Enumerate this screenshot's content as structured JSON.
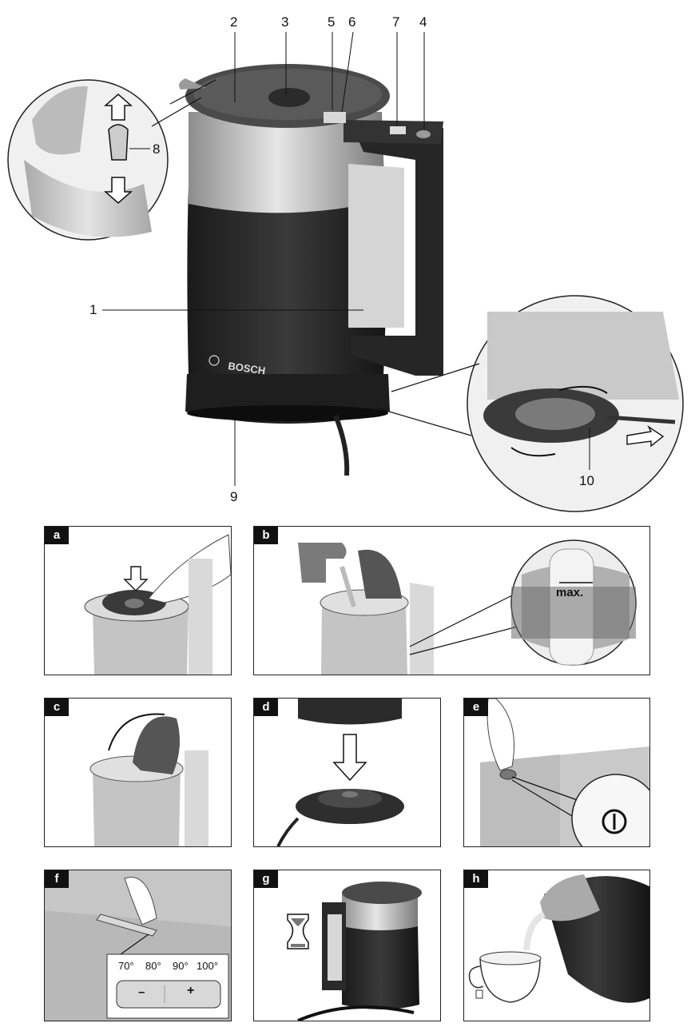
{
  "overview": {
    "callouts": [
      "2",
      "3",
      "5",
      "6",
      "7",
      "4",
      "8",
      "1",
      "9",
      "10"
    ],
    "brand": "BOSCH"
  },
  "panels": [
    {
      "letter": "a"
    },
    {
      "letter": "b",
      "label": "max."
    },
    {
      "letter": "c"
    },
    {
      "letter": "d"
    },
    {
      "letter": "e"
    },
    {
      "letter": "f",
      "temps": [
        "70°",
        "80°",
        "90°",
        "100°"
      ],
      "minus": "–",
      "plus": "+"
    },
    {
      "letter": "g"
    },
    {
      "letter": "h"
    }
  ],
  "colors": {
    "kettle_body": "#2a2a2a",
    "kettle_trim": "#bdbdbd",
    "ghost_gray": "#c8c8c8"
  }
}
